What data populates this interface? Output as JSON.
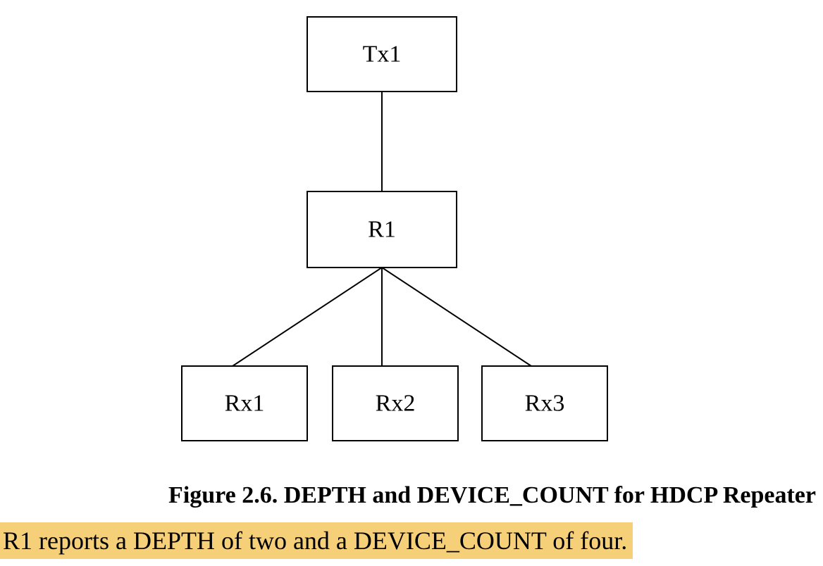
{
  "diagram": {
    "nodes": [
      {
        "id": "tx1",
        "label": "Tx1"
      },
      {
        "id": "r1",
        "label": "R1"
      },
      {
        "id": "rx1",
        "label": "Rx1"
      },
      {
        "id": "rx2",
        "label": "Rx2"
      },
      {
        "id": "rx3",
        "label": "Rx3"
      }
    ],
    "edges": [
      {
        "from": "tx1",
        "to": "r1"
      },
      {
        "from": "r1",
        "to": "rx1"
      },
      {
        "from": "r1",
        "to": "rx2"
      },
      {
        "from": "r1",
        "to": "rx3"
      }
    ]
  },
  "caption": "Figure 2.6.  DEPTH and DEVICE_COUNT for HDCP Repeater",
  "body_text": "R1 reports a DEPTH of two and a DEVICE_COUNT of four.",
  "colors": {
    "highlight": "#f6cf79",
    "stroke": "#000000",
    "background": "#ffffff"
  }
}
